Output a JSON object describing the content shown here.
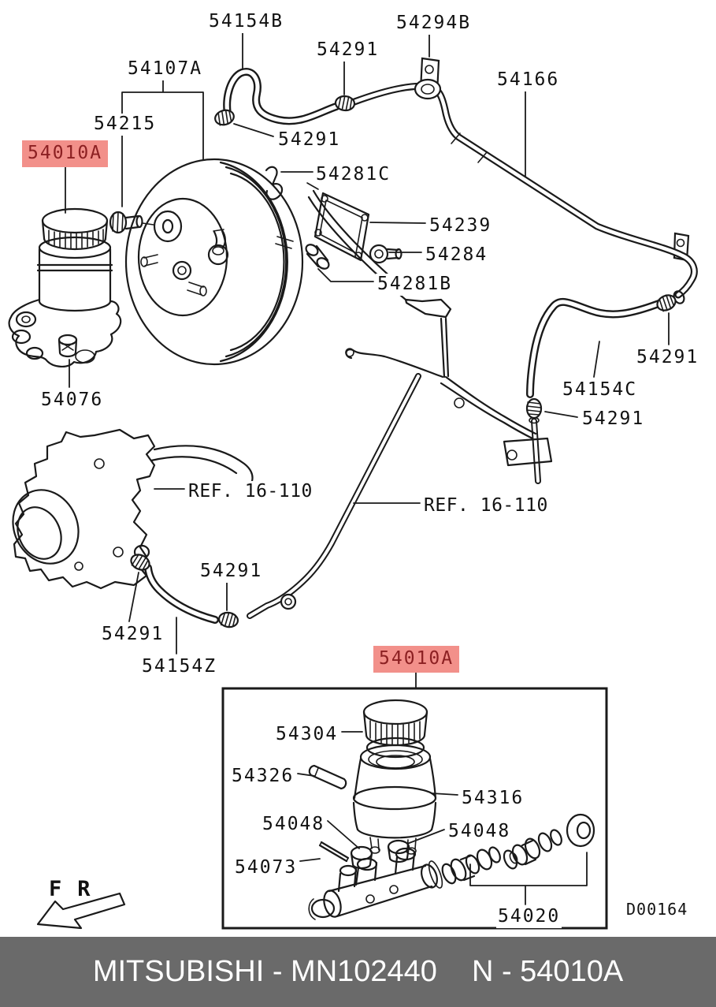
{
  "catalog": {
    "brand_footer": {
      "brand_and_part": "MITSUBISHI - MN102440",
      "part_ref": "N - 54010A"
    },
    "drawing_code": "D00164",
    "direction_label": "FR",
    "colors": {
      "highlight_bg": "#f2908a",
      "highlight_text": "#8c2022",
      "line": "#1a1a1a",
      "footer_bg": "#6a6a6a"
    },
    "parts": {
      "master_cylinder_assembly": "54010A",
      "booster_assembly": "54107A",
      "fitting_bolt": "54215",
      "hose_top": "54154B",
      "hose_right": "54154C",
      "hose_lower": "54154Z",
      "clamp": "54291",
      "bracket_clip": "54294B",
      "vacuum_pipe": "54166",
      "valve_grommet": "54281C",
      "gasket": "54239",
      "check_valve": "54284",
      "grommet": "54281B",
      "nut": "54076",
      "engine_ref": "REF. 16-110",
      "reservoir_cap": "54304",
      "float": "54326",
      "reservoir": "54316",
      "mounting_grommet": "54048",
      "pin": "54073",
      "piston_repair_kit": "54020"
    }
  }
}
